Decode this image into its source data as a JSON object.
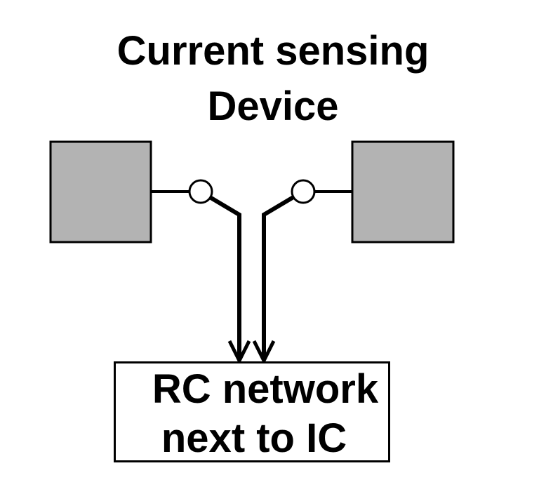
{
  "title": {
    "line1": "Current sensing",
    "line2": "Device"
  },
  "rc_network": {
    "line1": "RC network",
    "line2": "next to IC"
  },
  "colors": {
    "pad_fill": "#b3b3b3",
    "stroke": "#000000",
    "background": "#ffffff"
  }
}
